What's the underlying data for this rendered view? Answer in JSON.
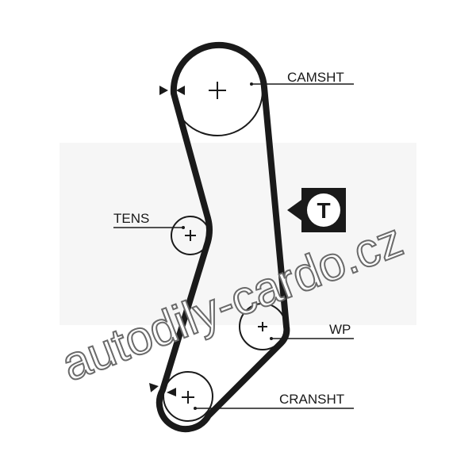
{
  "labels": {
    "camshaft": "CAMSHT",
    "tensioner": "TENS",
    "water_pump": "WP",
    "crankshaft": "CRANSHT",
    "tensioner_symbol": "T"
  },
  "watermark": "autodily-cardo.cz",
  "colors": {
    "belt": "#1a1a1a",
    "watermark": "#6a6a6a"
  }
}
